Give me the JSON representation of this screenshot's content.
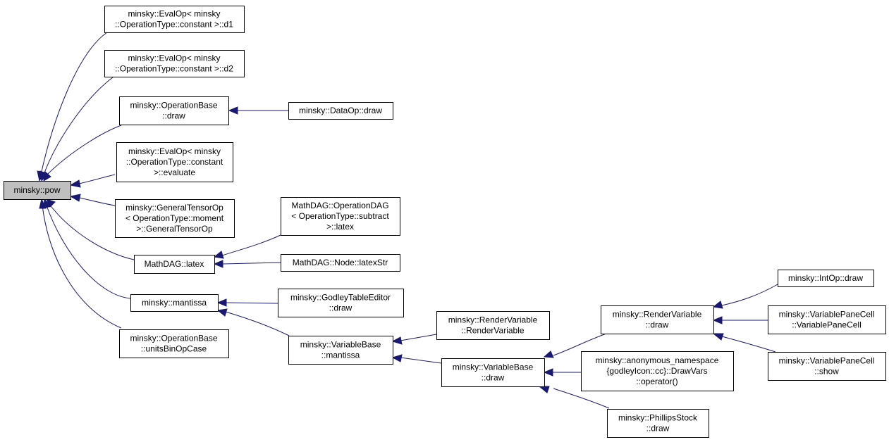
{
  "nodes": {
    "pow": {
      "lines": [
        "minsky::pow"
      ],
      "root": true
    },
    "evalop_d1": {
      "lines": [
        "minsky::EvalOp< minsky",
        "::OperationType::constant >::d1"
      ]
    },
    "evalop_d2": {
      "lines": [
        "minsky::EvalOp< minsky",
        "::OperationType::constant >::d2"
      ]
    },
    "opbase_draw": {
      "lines": [
        "minsky::OperationBase",
        "::draw"
      ]
    },
    "dataop_draw": {
      "lines": [
        "minsky::DataOp::draw"
      ]
    },
    "evalop_evaluate": {
      "lines": [
        "minsky::EvalOp< minsky",
        "::OperationType::constant",
        ">::evaluate"
      ]
    },
    "gentensorop": {
      "lines": [
        "minsky::GeneralTensorOp",
        "< OperationType::moment",
        ">::GeneralTensorOp"
      ]
    },
    "mathdag_latex": {
      "lines": [
        "MathDAG::latex"
      ]
    },
    "opdag_latex": {
      "lines": [
        "MathDAG::OperationDAG",
        "< OperationType::subtract",
        ">::latex"
      ]
    },
    "node_latexstr": {
      "lines": [
        "MathDAG::Node::latexStr"
      ]
    },
    "mantissa": {
      "lines": [
        "minsky::mantissa"
      ]
    },
    "godley_draw": {
      "lines": [
        "minsky::GodleyTableEditor",
        "::draw"
      ]
    },
    "varbase_mantissa": {
      "lines": [
        "minsky::VariableBase",
        "::mantissa"
      ]
    },
    "units_binop": {
      "lines": [
        "minsky::OperationBase",
        "::unitsBinOpCase"
      ]
    },
    "rendervar_ctor": {
      "lines": [
        "minsky::RenderVariable",
        "::RenderVariable"
      ]
    },
    "varbase_draw": {
      "lines": [
        "minsky::VariableBase",
        "::draw"
      ]
    },
    "rendervar_draw": {
      "lines": [
        "minsky::RenderVariable",
        "::draw"
      ]
    },
    "drawvars_op": {
      "lines": [
        "minsky::anonymous_namespace",
        "{godleyIcon::cc}::DrawVars",
        "::operator()"
      ]
    },
    "phillips_draw": {
      "lines": [
        "minsky::PhillipsStock",
        "::draw"
      ]
    },
    "intop_draw": {
      "lines": [
        "minsky::IntOp::draw"
      ]
    },
    "vpc_ctor": {
      "lines": [
        "minsky::VariablePaneCell",
        "::VariablePaneCell"
      ]
    },
    "vpc_show": {
      "lines": [
        "minsky::VariablePaneCell",
        "::show"
      ]
    }
  },
  "edges": [
    [
      "pow",
      "evalop_d1"
    ],
    [
      "pow",
      "evalop_d2"
    ],
    [
      "pow",
      "opbase_draw"
    ],
    [
      "pow",
      "evalop_evaluate"
    ],
    [
      "pow",
      "gentensorop"
    ],
    [
      "pow",
      "mathdag_latex"
    ],
    [
      "pow",
      "mantissa"
    ],
    [
      "pow",
      "units_binop"
    ],
    [
      "opbase_draw",
      "dataop_draw"
    ],
    [
      "mathdag_latex",
      "opdag_latex"
    ],
    [
      "mathdag_latex",
      "node_latexstr"
    ],
    [
      "mantissa",
      "godley_draw"
    ],
    [
      "mantissa",
      "varbase_mantissa"
    ],
    [
      "varbase_mantissa",
      "rendervar_ctor"
    ],
    [
      "varbase_mantissa",
      "varbase_draw"
    ],
    [
      "varbase_draw",
      "rendervar_draw"
    ],
    [
      "varbase_draw",
      "drawvars_op"
    ],
    [
      "varbase_draw",
      "phillips_draw"
    ],
    [
      "rendervar_draw",
      "intop_draw"
    ],
    [
      "rendervar_draw",
      "vpc_ctor"
    ],
    [
      "rendervar_draw",
      "vpc_show"
    ]
  ],
  "colors": {
    "edge": "#191970",
    "root_fill": "#bfbfbf",
    "node_fill": "#ffffff",
    "node_border": "#000000"
  }
}
